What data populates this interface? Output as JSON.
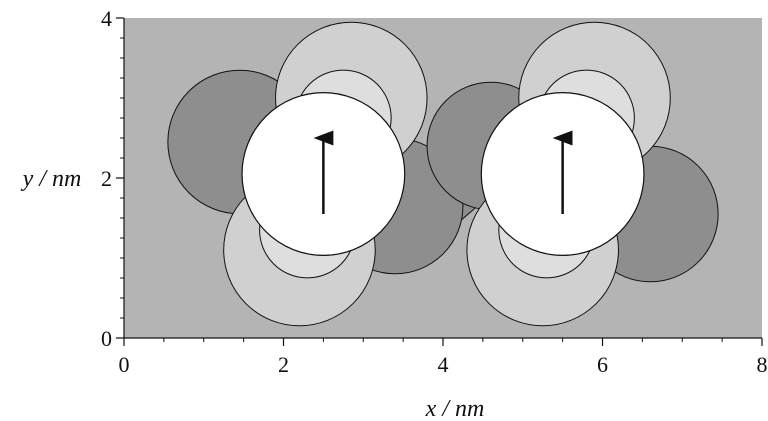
{
  "chart_data": {
    "type": "heatmap",
    "title": "",
    "xlabel": "x / nm",
    "ylabel": "y / nm",
    "xlim": [
      0,
      8
    ],
    "ylim": [
      0,
      4
    ],
    "x_ticks": [
      0,
      2,
      4,
      6,
      8
    ],
    "y_ticks": [
      0,
      2,
      4
    ],
    "x_minor_step": 0.5,
    "y_minor_step": 0.25,
    "grid": false,
    "colors": {
      "background": "#b4b4b4",
      "dark": "#8e8e8e",
      "light": "#d0d0d0",
      "lighter": "#dedede",
      "particle": "#ffffff",
      "outline": "#111111"
    },
    "particles": [
      {
        "center": [
          2.5,
          2.05
        ],
        "radius": 1.02,
        "moment": [
          0,
          1
        ]
      },
      {
        "center": [
          5.5,
          2.05
        ],
        "radius": 1.02,
        "moment": [
          0,
          1
        ]
      }
    ],
    "lobes": [
      {
        "tone": "dark",
        "center": [
          1.45,
          2.45
        ],
        "radius": 0.9
      },
      {
        "tone": "dark",
        "center": [
          3.4,
          1.65
        ],
        "radius": 0.85
      },
      {
        "tone": "dark",
        "center": [
          4.6,
          2.4
        ],
        "radius": 0.8
      },
      {
        "tone": "dark",
        "center": [
          6.6,
          1.55
        ],
        "radius": 0.85
      },
      {
        "tone": "light",
        "center": [
          2.85,
          3.0
        ],
        "radius": 0.95
      },
      {
        "tone": "light",
        "center": [
          2.2,
          1.1
        ],
        "radius": 0.95
      },
      {
        "tone": "light",
        "center": [
          5.9,
          3.0
        ],
        "radius": 0.95
      },
      {
        "tone": "light",
        "center": [
          5.25,
          1.1
        ],
        "radius": 0.95
      },
      {
        "tone": "lighter",
        "center": [
          2.75,
          2.75
        ],
        "radius": 0.6
      },
      {
        "tone": "lighter",
        "center": [
          2.3,
          1.35
        ],
        "radius": 0.6
      },
      {
        "tone": "lighter",
        "center": [
          5.8,
          2.75
        ],
        "radius": 0.6
      },
      {
        "tone": "lighter",
        "center": [
          5.3,
          1.35
        ],
        "radius": 0.6
      }
    ],
    "bridge": {
      "tone": "dark",
      "path": [
        [
          3.3,
          2.45
        ],
        [
          3.8,
          2.2
        ],
        [
          4.1,
          2.55
        ],
        [
          4.4,
          2.95
        ],
        [
          4.75,
          2.9
        ],
        [
          4.9,
          2.4
        ],
        [
          4.55,
          1.75
        ],
        [
          4.2,
          1.45
        ],
        [
          3.95,
          1.05
        ],
        [
          3.5,
          0.95
        ],
        [
          3.2,
          1.3
        ]
      ]
    }
  }
}
